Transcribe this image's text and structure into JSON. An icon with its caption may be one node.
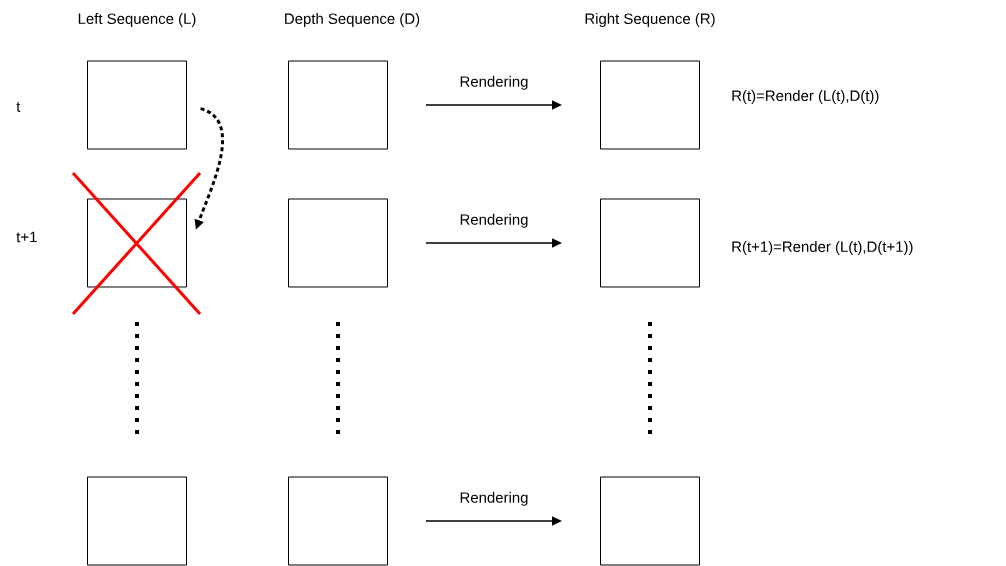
{
  "diagram": {
    "nodes": [
      {
        "text": [],
        "shape": "box",
        "beside": [
          "Left Sequence (L)"
        ]
      },
      {
        "text": [],
        "shape": "box",
        "beside": [
          "Depth Sequence (D)"
        ]
      },
      {
        "text": [],
        "shape": "box",
        "beside": [
          "Right Sequence (R)",
          "R(t)=Render (L(t),D(t))"
        ]
      },
      {
        "text": [],
        "shape": "box"
      },
      {
        "text": [],
        "shape": "box"
      },
      {
        "text": [],
        "shape": "box",
        "beside": [
          "R(t+1)=Render (L(t),D(t+1))"
        ]
      },
      {
        "text": [],
        "shape": "box"
      },
      {
        "text": [],
        "shape": "box"
      },
      {
        "text": [],
        "shape": "box"
      }
    ],
    "edges": [
      {
        "from": 0,
        "to": 3,
        "arrow": "to",
        "style": "dashed"
      },
      {
        "from": 1,
        "to": 2,
        "arrow": "to",
        "label": "Rendering"
      },
      {
        "from": 4,
        "to": 5,
        "arrow": "to",
        "label": "Rendering"
      },
      {
        "from": 7,
        "to": 8,
        "arrow": "to",
        "label": "Rendering"
      }
    ],
    "labels": [
      "t",
      "t+1"
    ]
  }
}
